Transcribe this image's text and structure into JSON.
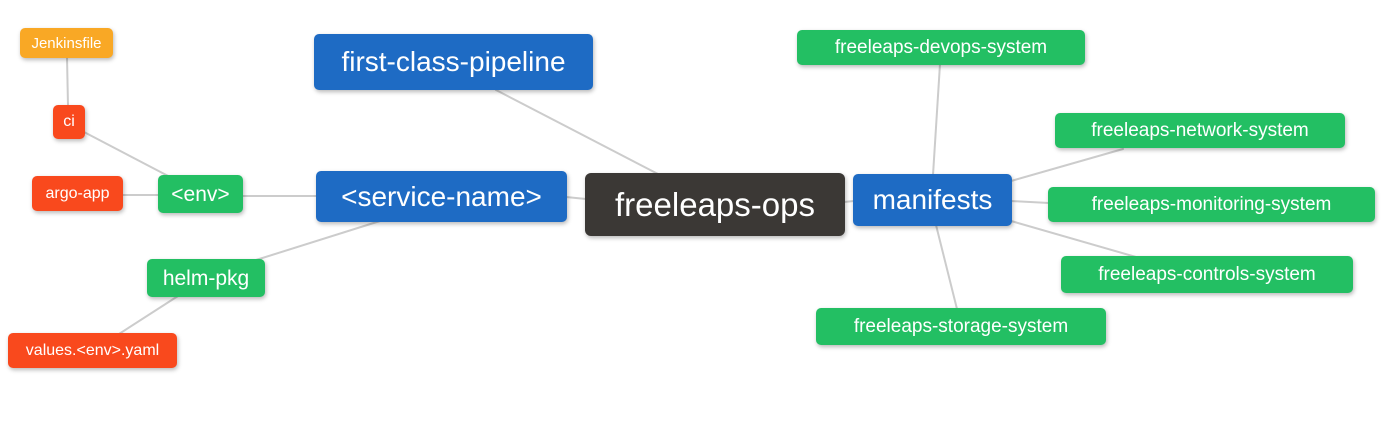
{
  "diagram": {
    "type": "mindmap",
    "root": "freeleaps-ops",
    "colors": {
      "blue": "#1e6bc4",
      "green": "#23bf63",
      "red_orange": "#f9491d",
      "orange": "#f9a825",
      "dark": "#3b3835",
      "edge": "#cccccc",
      "text": "#ffffff",
      "background": "#ffffff"
    },
    "nodes": {
      "jenkinsfile": {
        "label": "Jenkinsfile",
        "color": "orange"
      },
      "ci": {
        "label": "ci",
        "color": "red_orange"
      },
      "argo_app": {
        "label": "argo-app",
        "color": "red_orange"
      },
      "env": {
        "label": "<env>",
        "color": "green"
      },
      "helm_pkg": {
        "label": "helm-pkg",
        "color": "green"
      },
      "values_yaml": {
        "label": "values.<env>.yaml",
        "color": "red_orange"
      },
      "first_class_pipeline": {
        "label": "first-class-pipeline",
        "color": "blue"
      },
      "service_name": {
        "label": "<service-name>",
        "color": "blue"
      },
      "freeleaps_ops": {
        "label": "freeleaps-ops",
        "color": "dark"
      },
      "manifests": {
        "label": "manifests",
        "color": "blue"
      },
      "devops_system": {
        "label": "freeleaps-devops-system",
        "color": "green"
      },
      "network_system": {
        "label": "freeleaps-network-system",
        "color": "green"
      },
      "monitoring_system": {
        "label": "freeleaps-monitoring-system",
        "color": "green"
      },
      "controls_system": {
        "label": "freeleaps-controls-system",
        "color": "green"
      },
      "storage_system": {
        "label": "freeleaps-storage-system",
        "color": "green"
      }
    },
    "edges": [
      {
        "from": "jenkinsfile",
        "to": "ci"
      },
      {
        "from": "ci",
        "to": "env"
      },
      {
        "from": "argo_app",
        "to": "env"
      },
      {
        "from": "env",
        "to": "service_name"
      },
      {
        "from": "helm_pkg",
        "to": "service_name"
      },
      {
        "from": "values_yaml",
        "to": "helm_pkg"
      },
      {
        "from": "first_class_pipeline",
        "to": "freeleaps_ops"
      },
      {
        "from": "service_name",
        "to": "freeleaps_ops"
      },
      {
        "from": "freeleaps_ops",
        "to": "manifests"
      },
      {
        "from": "manifests",
        "to": "devops_system"
      },
      {
        "from": "manifests",
        "to": "network_system"
      },
      {
        "from": "manifests",
        "to": "monitoring_system"
      },
      {
        "from": "manifests",
        "to": "controls_system"
      },
      {
        "from": "manifests",
        "to": "storage_system"
      }
    ]
  }
}
